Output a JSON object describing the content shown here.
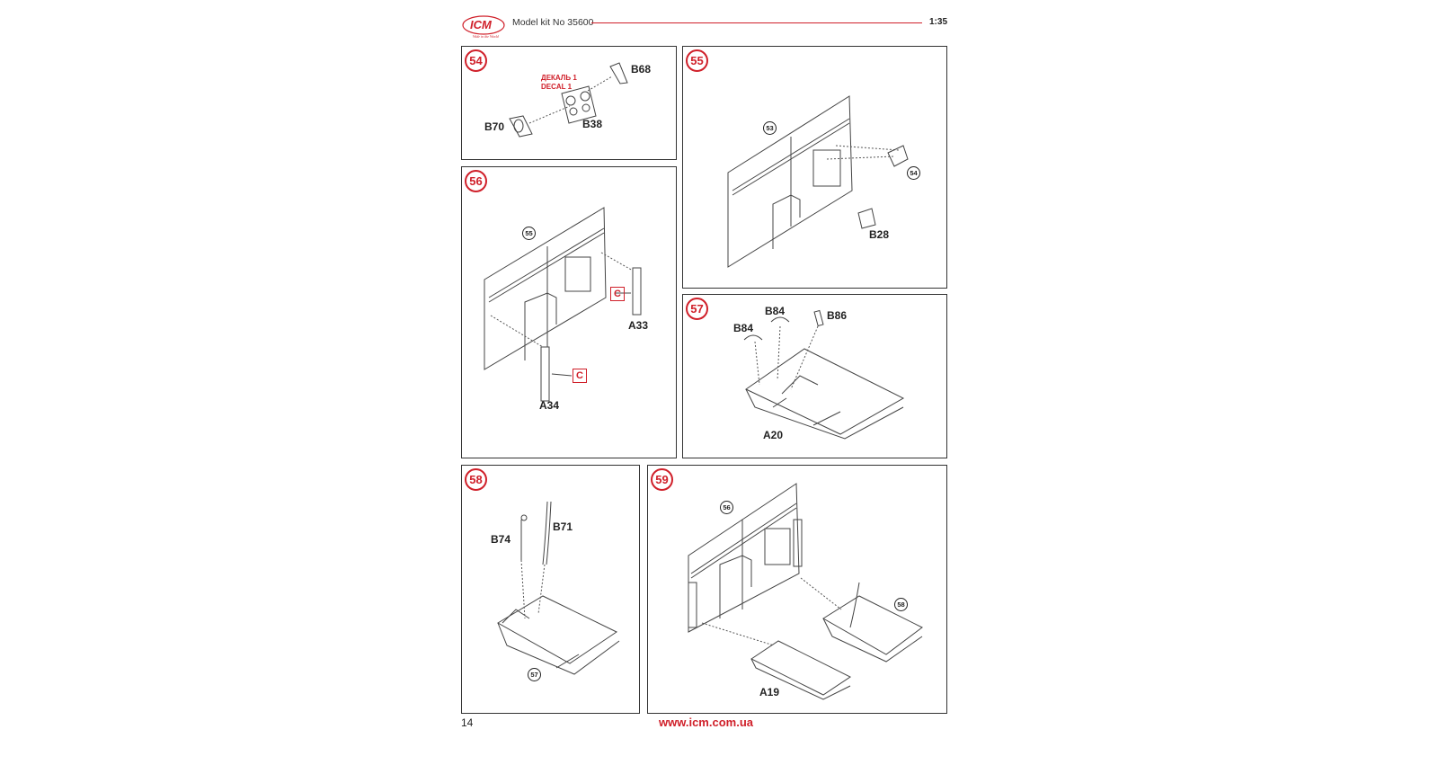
{
  "header": {
    "logo_text": "ICM",
    "logo_tagline": "Wide in the World",
    "kit_title": "Model kit No 35600",
    "scale": "1:35"
  },
  "steps": [
    {
      "number": "54",
      "decal_ru": "ДЕКАЛЬ 1",
      "decal_en": "DECAL 1",
      "parts": [
        "B68",
        "B70",
        "B38"
      ]
    },
    {
      "number": "55",
      "refs": [
        "53",
        "54"
      ],
      "parts": [
        "B28"
      ]
    },
    {
      "number": "56",
      "refs": [
        "55"
      ],
      "parts": [
        "A33",
        "A34"
      ],
      "paint_code": "C"
    },
    {
      "number": "57",
      "parts": [
        "B84",
        "B84",
        "B86",
        "A20"
      ]
    },
    {
      "number": "58",
      "refs": [
        "57"
      ],
      "parts": [
        "B74",
        "B71"
      ]
    },
    {
      "number": "59",
      "refs": [
        "56",
        "58"
      ],
      "parts": [
        "A19"
      ]
    }
  ],
  "footer": {
    "page_number": "14",
    "website": "www.icm.com.ua"
  },
  "colors": {
    "accent": "#d0202a"
  }
}
